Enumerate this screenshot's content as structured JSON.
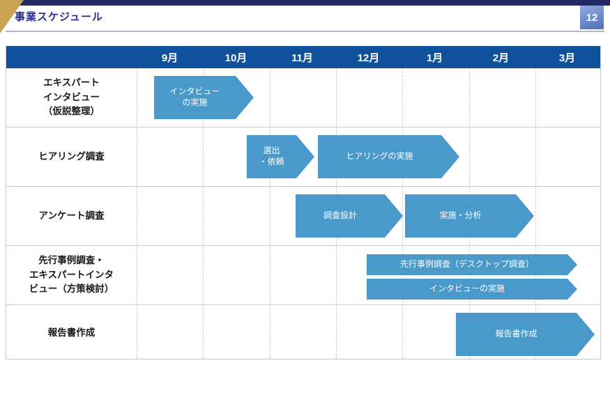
{
  "slide": {
    "title": "事業スケジュール",
    "page_number": "12"
  },
  "colors": {
    "top_stripe": "#232B66",
    "corner_accent": "#C9A254",
    "title_text": "#2B2E8C",
    "title_rule": "#B5B2D4",
    "page_badge_gradient": [
      "#93AEE0",
      "#4D6FBA"
    ],
    "month_header_bar": "#10519B",
    "task_bar": "#4A99CB",
    "task_bar_text": "#FFFFFF",
    "grid_line_solid": "#C9CBD0",
    "grid_line_dashed": "#C8CCD2",
    "row_label_text": "#1A1A1A"
  },
  "chart_data": {
    "type": "bar",
    "subtype": "gantt-timeline",
    "title": "事業スケジュール",
    "x_axis": {
      "unit": "month",
      "categories": [
        "9月",
        "10月",
        "11月",
        "12月",
        "1月",
        "2月",
        "3月"
      ],
      "range_note": "September through March; bar start/end given in months from start of September (0.0) to end of March (7.0)"
    },
    "legend": "none",
    "grid": "dashed vertical month separators, solid horizontal row separators",
    "tasks": [
      {
        "row_label": "エキスパート\nインタビュー\n（仮説整理）",
        "bars": [
          {
            "label": "インタビュー\nの実施",
            "start_month": 0.25,
            "end_month": 1.75
          }
        ]
      },
      {
        "row_label": "ヒアリング調査",
        "bars": [
          {
            "label": "選出\n・依頼",
            "start_month": 1.65,
            "end_month": 2.65
          },
          {
            "label": "ヒアリングの実施",
            "start_month": 2.7,
            "end_month": 4.85
          }
        ]
      },
      {
        "row_label": "アンケート調査",
        "bars": [
          {
            "label": "調査設計",
            "start_month": 2.4,
            "end_month": 4.0
          },
          {
            "label": "実施・分析",
            "start_month": 4.05,
            "end_month": 6.0
          }
        ]
      },
      {
        "row_label": "先行事例調査・\nエキスパートインタ\nビュー（方策検討）",
        "bars": [
          {
            "label": "先行事例調査（デスクトップ調査）",
            "start_month": 3.45,
            "end_month": 6.6
          },
          {
            "label": "インタビューの実施",
            "start_month": 3.45,
            "end_month": 6.6
          }
        ]
      },
      {
        "row_label": "報告書作成",
        "bars": [
          {
            "label": "報告書作成",
            "start_month": 4.8,
            "end_month": 6.9
          }
        ]
      }
    ]
  }
}
